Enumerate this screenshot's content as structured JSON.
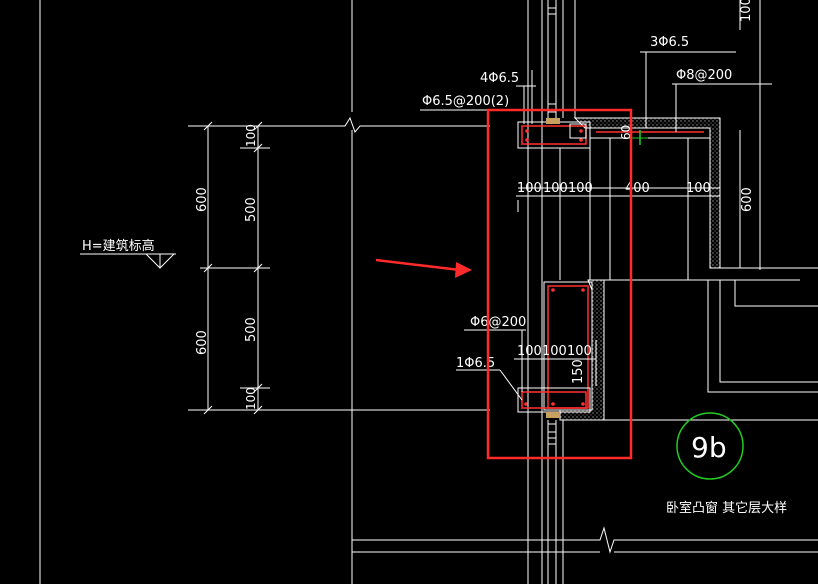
{
  "drawing": {
    "labels": {
      "top_right_dim": "100",
      "rebar_3": "3Φ6.5",
      "rebar_phi8": "Φ8@200",
      "rebar_4": "4Φ6.5",
      "stirrup_top": "Φ6.5@200(2)",
      "dim_60": "60",
      "dim_100a": "100",
      "dim_100b": "100",
      "dim_100c": "100",
      "dim_400": "400",
      "dim_100d": "100",
      "dim_600_right": "600",
      "elevation": "H=建筑标高",
      "dim_l_600_top": "600",
      "dim_l_600_bot": "600",
      "dim_l_100_1": "100",
      "dim_l_500_1": "500",
      "dim_l_500_2": "500",
      "dim_l_100_2": "100",
      "stirrup_mid": "Φ6@200",
      "rebar_bottom": "1Φ6.5",
      "dim_b_100a": "100",
      "dim_b_100b": "100",
      "dim_b_100c": "100",
      "dim_150": "150",
      "detail_number": "9b",
      "detail_caption": "卧室凸窗  其它层大样"
    },
    "colors": {
      "background": "#000000",
      "linework": "#ffffff",
      "highlight": "#ff2a2a",
      "detail_circle": "#22cc22",
      "hatch": "#888888"
    }
  }
}
